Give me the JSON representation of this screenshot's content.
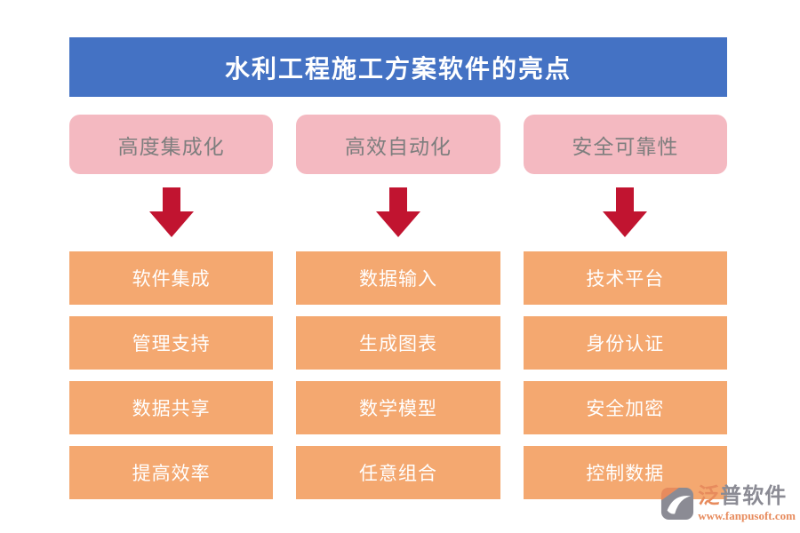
{
  "title": {
    "text": "水利工程施工方案软件的亮点"
  },
  "columns": [
    {
      "header": "高度集成化",
      "items": [
        "软件集成",
        "管理支持",
        "数据共享",
        "提高效率"
      ]
    },
    {
      "header": "高效自动化",
      "items": [
        "数据输入",
        "生成图表",
        "数学模型",
        "任意组合"
      ]
    },
    {
      "header": "安全可靠性",
      "items": [
        "技术平台",
        "身份认证",
        "安全加密",
        "控制数据"
      ]
    }
  ],
  "colors": {
    "banner_bg": "#4472C4",
    "banner_text": "#FFFFFF",
    "header_box_bg": "#F4B9C1",
    "header_box_text": "#7E7E7E",
    "arrow": "#C11430",
    "item_box_bg": "#F4A870",
    "item_box_text": "#FFFFFF",
    "logo_gray": "#8B8B94",
    "logo_orange": "#E78B5D"
  },
  "logo": {
    "brand_first": "泛",
    "brand_rest": "普软件",
    "url": "www.fanpusoft.com"
  }
}
